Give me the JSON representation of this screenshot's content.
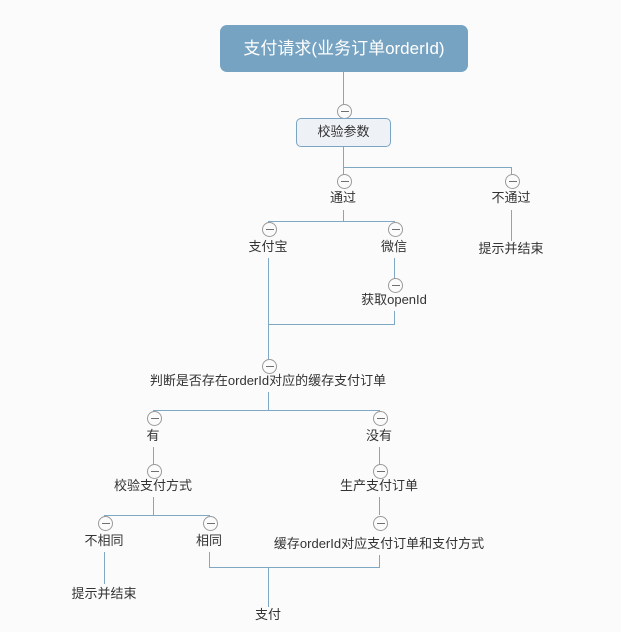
{
  "diagram": {
    "title_node": "支付请求(业务订单orderId)",
    "nodes": {
      "root": "支付请求(业务订单orderId)",
      "validate_params": "校验参数",
      "pass": "通过",
      "fail": "不通过",
      "fail_prompt_end": "提示并结束",
      "alipay": "支付宝",
      "wechat": "微信",
      "get_openid": "获取openId",
      "check_cached_order": "判断是否存在orderId对应的缓存支付订单",
      "has": "有",
      "has_not": "没有",
      "verify_pay_method": "校验支付方式",
      "generate_pay_order": "生产支付订单",
      "not_same": "不相同",
      "same": "相同",
      "cache_order_and_method": "缓存orderId对应支付订单和支付方式",
      "not_same_prompt_end": "提示并结束",
      "pay": "支付"
    },
    "icons": {
      "collapse": "collapse-minus-icon"
    },
    "colors": {
      "root_fill": "#76a3c2",
      "root_text": "#ffffff",
      "box_fill": "#eef1f6",
      "box_border": "#7aa4c4",
      "connector": "#7fa8c4",
      "text": "#333333",
      "background": "#fbfbfb"
    }
  }
}
